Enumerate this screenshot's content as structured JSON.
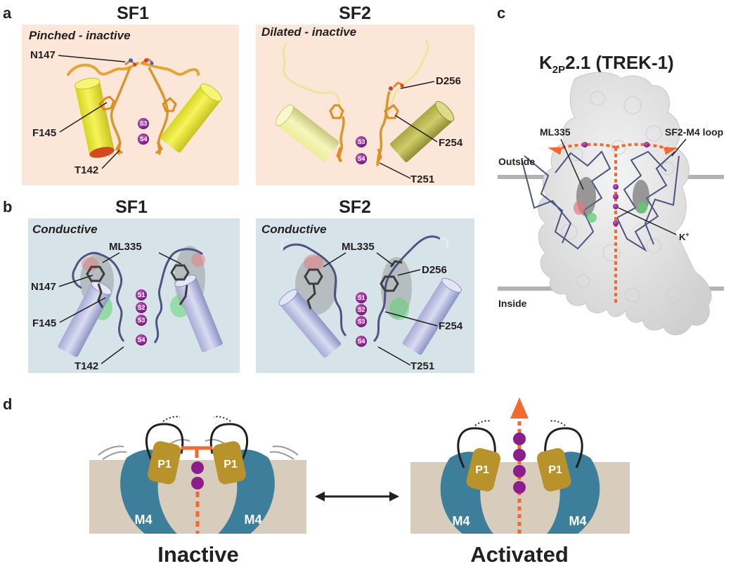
{
  "panels": {
    "a": {
      "label": "a",
      "sf1": {
        "title": "SF1",
        "state": "Pinched - inactive",
        "residues": [
          "N147",
          "F145",
          "T142"
        ],
        "ions": [
          "S3",
          "S4"
        ]
      },
      "sf2": {
        "title": "SF2",
        "state": "Dilated - inactive",
        "residues": [
          "D256",
          "F254",
          "T251"
        ],
        "ions": [
          "S3",
          "S4"
        ]
      }
    },
    "b": {
      "label": "b",
      "sf1": {
        "title": "SF1",
        "state": "Conductive",
        "ligand": "ML335",
        "residues": [
          "N147",
          "F145",
          "T142"
        ],
        "ions": [
          "S1",
          "S2",
          "S3",
          "S4"
        ]
      },
      "sf2": {
        "title": "SF2",
        "state": "Conductive",
        "ligand": "ML335",
        "residues": [
          "D256",
          "F254",
          "T251"
        ],
        "ions": [
          "S1",
          "S2",
          "S3",
          "S4"
        ]
      }
    },
    "c": {
      "label": "c",
      "title_main": "K",
      "title_sub": "2P",
      "title_rest": "2.1 (TREK-1)",
      "ligand": "ML335",
      "loop": "SF2-M4 loop",
      "outside": "Outside",
      "inside": "Inside",
      "ion": "K",
      "ion_charge": "+"
    },
    "d": {
      "label": "d",
      "inactive": {
        "caption": "Inactive",
        "helix_p": "P1",
        "helix_m": "M4"
      },
      "activated": {
        "caption": "Activated",
        "helix_p": "P1",
        "helix_m": "M4"
      }
    }
  },
  "colors": {
    "panel_a_bg": "#fbe6d8",
    "panel_b_bg": "#d6e4ea",
    "membrane": "#d8cdbd",
    "helix_yellow": "#eaea3a",
    "helix_lavender": "#bfc4e4",
    "p1_gold": "#b8922a",
    "m4_blue": "#3d7f9a",
    "ion_purple": "#8a1e8c",
    "arrow_orange": "#f26a2e",
    "protein_surface": "#e6e6e6",
    "ribbon": "#4d5480"
  },
  "icons": [
    "double-arrow-icon",
    "up-arrow-icon",
    "potassium-ion-icon",
    "helix-cylinder-icon"
  ]
}
